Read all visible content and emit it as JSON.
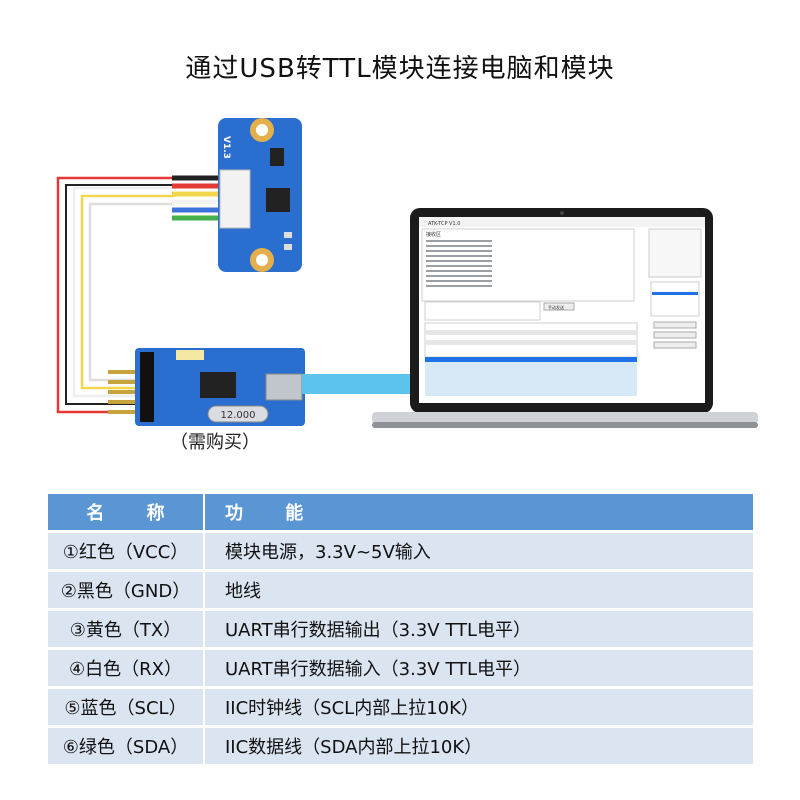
{
  "title": "通过USB转TTL模块连接电脑和模块",
  "caption": "（需购买）",
  "sensor_board": {
    "version": "V1.3"
  },
  "usb_ttl_board": {
    "crystal": "12.000"
  },
  "software_window": {
    "title": "ATK-TCP V1.0",
    "receive_label": "接收区",
    "send_button": "手动发送"
  },
  "table": {
    "headers": [
      "名 称",
      "功 能"
    ],
    "rows": [
      {
        "name": "①红色（VCC）",
        "function": "模块电源，3.3V~5V输入"
      },
      {
        "name": "②黑色（GND）",
        "function": "地线"
      },
      {
        "name": "③黄色（TX）",
        "function": "UART串行数据输出（3.3V TTL电平）"
      },
      {
        "name": "④白色（RX）",
        "function": "UART串行数据输入（3.3V TTL电平）"
      },
      {
        "name": "⑤蓝色（SCL）",
        "function": "IIC时钟线（SCL内部上拉10K）"
      },
      {
        "name": "⑥绿色（SDA）",
        "function": "IIC数据线（SDA内部上拉10K）"
      }
    ]
  },
  "colors": {
    "header_bg": "#5b96d4",
    "row_bg": "#dbe4f1",
    "board_blue": "#2a6fd0",
    "wire_red": "#e53935",
    "wire_yellow": "#f2d64b",
    "usb_cable": "#5cc4ec"
  }
}
